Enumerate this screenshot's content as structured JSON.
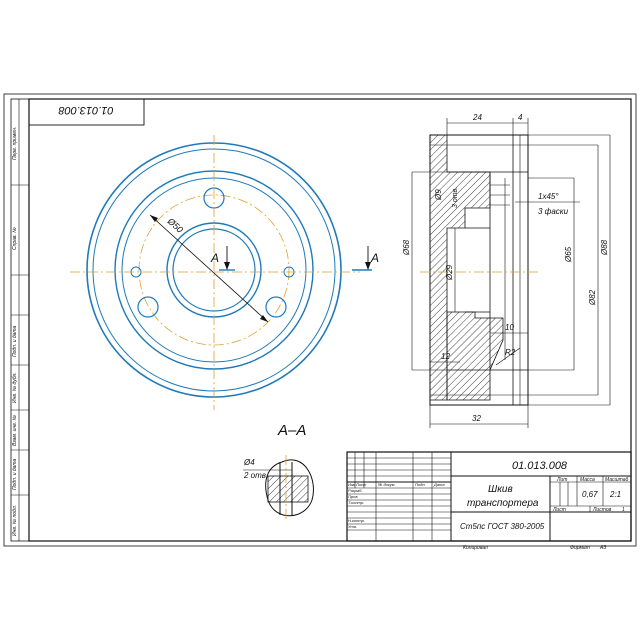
{
  "stamp_topleft": "01.013.008",
  "title_block": {
    "designation": "01.013.008",
    "name_line1": "Шкив",
    "name_line2": "транспортера",
    "material": "Ст5пс ГОСТ 380-2005",
    "col_lit": "Лит",
    "col_mass": "Масса",
    "col_scale": "Масштаб",
    "mass_value": "0,67",
    "scale_value": "2:1",
    "sheet_label": "Лист",
    "sheets_label": "Листов",
    "sheets_value": "1",
    "header_row": [
      "Изм",
      "Лист",
      "№ докум.",
      "Подп.",
      "Дата"
    ],
    "roles": [
      "Разраб.",
      "Пров.",
      "Т.контр.",
      "",
      "Н.контр.",
      "Утв."
    ],
    "copied": "Копировал",
    "format": "Формат",
    "format_value": "А3"
  },
  "side_strip": {
    "top": [
      "Перв. примен.",
      "Справ. №"
    ],
    "bottom": [
      "Подп. и дата",
      "Инв. № дубл.",
      "Взам. инв. №",
      "Подп. и дата",
      "Инв. № подл."
    ]
  },
  "front_view": {
    "bolt_circle_dim": "Ø50",
    "section_mark_left": "А",
    "section_mark_right": "А"
  },
  "section_view": {
    "title": "А–А",
    "dim_top_24": "24",
    "dim_top_4": "4",
    "dim_bottom_32": "32",
    "dim_d68": "Ø68",
    "dim_d29": "Ø29",
    "dim_d9": "Ø9",
    "holes_3": "3 отв.",
    "chamfer": "1x45°",
    "chamfers_3": "3 фаски",
    "dim_d65": "Ø65",
    "dim_d82": "Ø82",
    "dim_d88": "Ø88",
    "dim_10": "10",
    "dim_12": "12",
    "dim_r2": "R2"
  },
  "detail_view": {
    "dim": "Ø4",
    "holes": "2 отв."
  }
}
